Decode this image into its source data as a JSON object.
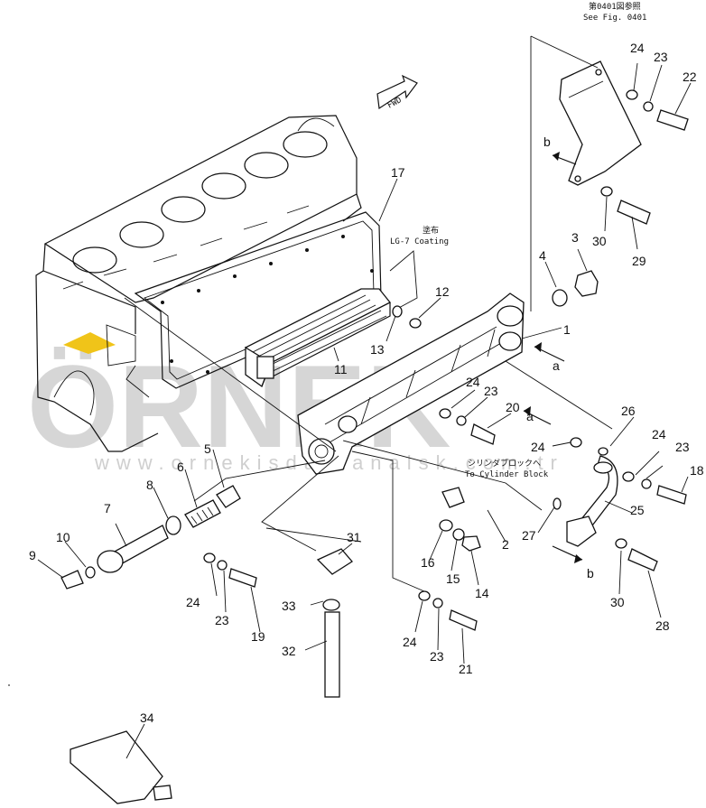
{
  "watermark": {
    "brand": "ÖRNEK",
    "site": "www.ornekisdaktanalsk.com.tr",
    "accent": "#f0c419"
  },
  "notes": {
    "fig_ref_jp": "第0401図参照",
    "fig_ref_en": "See Fig. 0401",
    "coating_jp": "塗布",
    "coating_en": "LG-7 Coating",
    "to_block_jp": "シリンダブロックへ",
    "to_block_en": "To Cylinder Block",
    "fwd": "FWD"
  },
  "callouts": {
    "a1": "a",
    "a2": "a",
    "b1": "b",
    "b2": "b",
    "n1": "1",
    "n2": "2",
    "n3": "3",
    "n4": "4",
    "n5": "5",
    "n6": "6",
    "n7": "7",
    "n8": "8",
    "n9": "9",
    "n10": "10",
    "n11": "11",
    "n12": "12",
    "n13": "13",
    "n14": "14",
    "n15": "15",
    "n16": "16",
    "n17": "17",
    "n18": "18",
    "n19": "19",
    "n20": "20",
    "n21": "21",
    "n22": "22",
    "n23a": "23",
    "n23b": "23",
    "n23c": "23",
    "n23d": "23",
    "n23e": "23",
    "n24a": "24",
    "n24b": "24",
    "n24c": "24",
    "n24d": "24",
    "n24e": "24",
    "n24f": "24",
    "n25": "25",
    "n26": "26",
    "n27": "27",
    "n28": "28",
    "n29": "29",
    "n30a": "30",
    "n30b": "30",
    "n31": "31",
    "n32": "32",
    "n33": "33",
    "n34": "34"
  }
}
